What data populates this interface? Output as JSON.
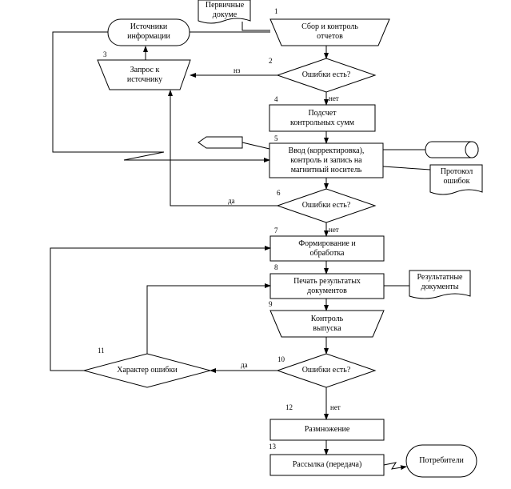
{
  "diagram": {
    "nodes": {
      "primary_docs": "Первичные\nдокуме",
      "info_sources": "Источники\nинформации",
      "collect_control": "Сбор и контроль\nотчетов",
      "request_source": "Запрос к\nисточнику",
      "errors_1": "Ошибки есть?",
      "checksum": "Подсчет\nконтрольных сумм",
      "input_control": "Ввод (корректировка),\nконтроль и запись на\nмагнитный носитель",
      "error_protocol": "Протокол\nошибок",
      "errors_2": "Ошибки есть?",
      "forming": "Формирование и\nобработка",
      "print_results": "Печать результатых\nдокументов",
      "result_docs": "Результатные\nдокументы",
      "output_control": "Контроль\nвыпуска",
      "errors_3": "Ошибки есть?",
      "error_type": "Характер ошибки",
      "replication": "Размножение",
      "mailing": "Рассылка (передача)",
      "consumers": "Потребители"
    },
    "numbers": [
      "1",
      "2",
      "3",
      "4",
      "5",
      "6",
      "7",
      "8",
      "9",
      "10",
      "11",
      "12",
      "13"
    ],
    "edge_labels": {
      "e2_no_text": "нз",
      "e2_yes": "нет",
      "e6_yes": "да",
      "e6_no": "нет",
      "e10_yes": "да",
      "e10_no": "нет"
    }
  }
}
